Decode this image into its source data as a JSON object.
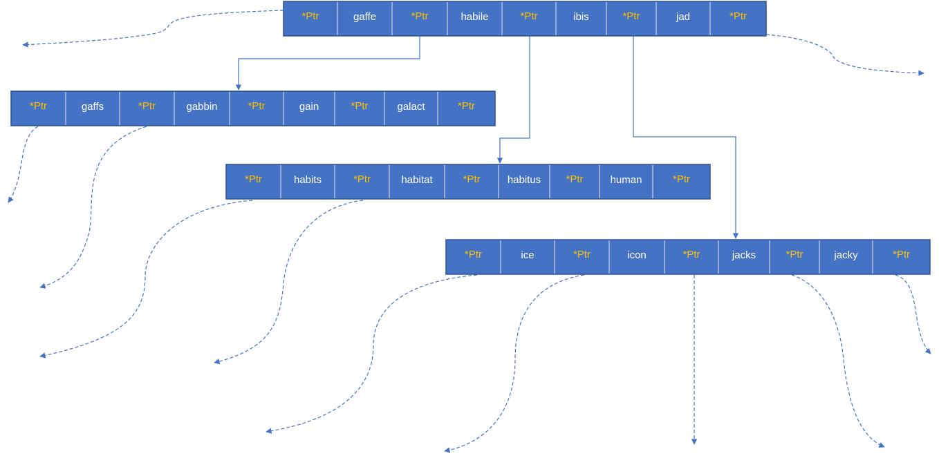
{
  "tree": {
    "pointer_label": "*Ptr",
    "nodes": [
      {
        "id": "root",
        "keys": [
          "gaffe",
          "habile",
          "ibis",
          "jad"
        ]
      },
      {
        "id": "child-g",
        "keys": [
          "gaffs",
          "gabbin",
          "gain",
          "galact"
        ]
      },
      {
        "id": "child-h",
        "keys": [
          "habits",
          "habitat",
          "habitus",
          "human"
        ]
      },
      {
        "id": "child-i",
        "keys": [
          "ice",
          "icon",
          "jacks",
          "jacky"
        ]
      }
    ]
  },
  "colors": {
    "node_fill": "#4472c4",
    "pointer_text": "#ffc000",
    "key_text": "#ffffff",
    "link": "#4472c4"
  }
}
